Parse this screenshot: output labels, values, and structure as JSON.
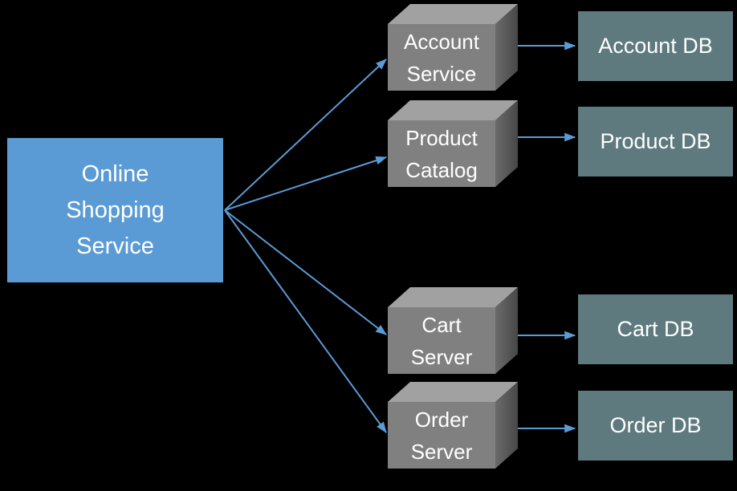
{
  "diagram": {
    "background": "#000000",
    "client_node": {
      "label": "Online\nShopping\nService",
      "fill": "#5B9BD5",
      "text_color": "#FFFFFF"
    },
    "services": [
      {
        "name": "account-service",
        "label": "Account\nService"
      },
      {
        "name": "product-catalog",
        "label": "Product\nCatalog"
      },
      {
        "name": "cart-server",
        "label": "Cart\nServer"
      },
      {
        "name": "order-server",
        "label": "Order\nServer"
      }
    ],
    "databases": [
      {
        "name": "account-db",
        "label": "Account DB"
      },
      {
        "name": "product-db",
        "label": "Product DB"
      },
      {
        "name": "cart-db",
        "label": "Cart DB"
      },
      {
        "name": "order-db",
        "label": "Order DB"
      }
    ],
    "connections": [
      {
        "from": "online-shopping-service",
        "to": "account-service"
      },
      {
        "from": "online-shopping-service",
        "to": "product-catalog"
      },
      {
        "from": "online-shopping-service",
        "to": "cart-server"
      },
      {
        "from": "online-shopping-service",
        "to": "order-server"
      },
      {
        "from": "account-service",
        "to": "account-db"
      },
      {
        "from": "product-catalog",
        "to": "product-db"
      },
      {
        "from": "cart-server",
        "to": "cart-db"
      },
      {
        "from": "order-server",
        "to": "order-db"
      }
    ],
    "colors": {
      "arrow": "#5B9BD5",
      "cube_front": "#808080",
      "cube_top": "#A1A1A1",
      "cube_side_light": "#6B6B6B",
      "cube_side_dark": "#474747",
      "db_fill": "#5E7A7E",
      "client_fill": "#5B9BD5",
      "text": "#FFFFFF"
    }
  }
}
